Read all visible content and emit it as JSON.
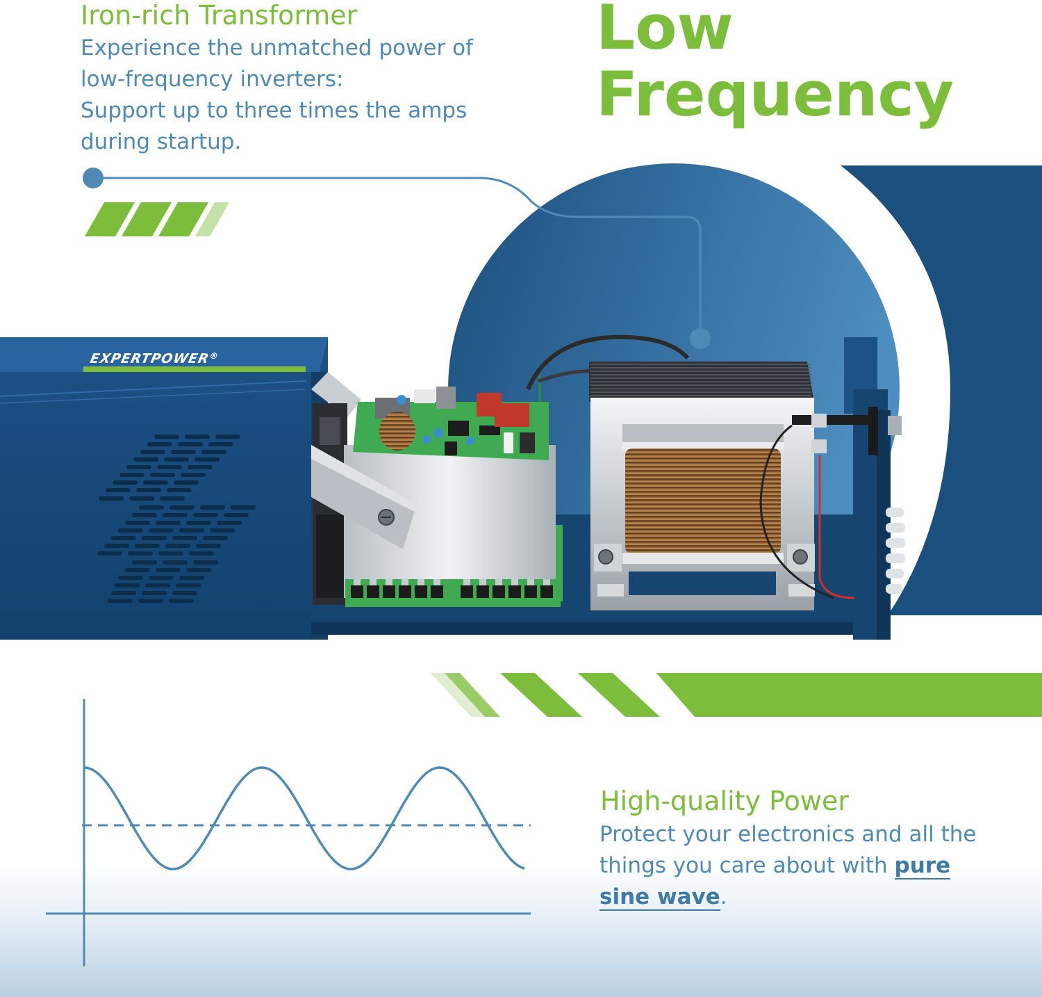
{
  "feature_top": {
    "title": "Iron-rich Transformer",
    "lines": [
      "Experience the unmatched power of",
      "low-frequency inverters:",
      "Support up to three times the amps",
      "during startup."
    ]
  },
  "headline": {
    "line1": "Low",
    "line2": "Frequency"
  },
  "brand": {
    "logo": "EXPERTPOWER",
    "registered": "®"
  },
  "feature_bottom": {
    "title": "High-quality Power",
    "line1": "Protect your electronics and all the",
    "line2_prefix": "things you care about with ",
    "emphasis_part1": "pure",
    "emphasis_part2": "sine wave",
    "line3_suffix": "."
  },
  "colors": {
    "green": "#7cbd3c",
    "blue_text": "#4f8ab6",
    "navy": "#16456f",
    "steel_blue": "#3f7aa8"
  },
  "icons": [
    "connector-dot-icon",
    "sine-wave-icon"
  ]
}
